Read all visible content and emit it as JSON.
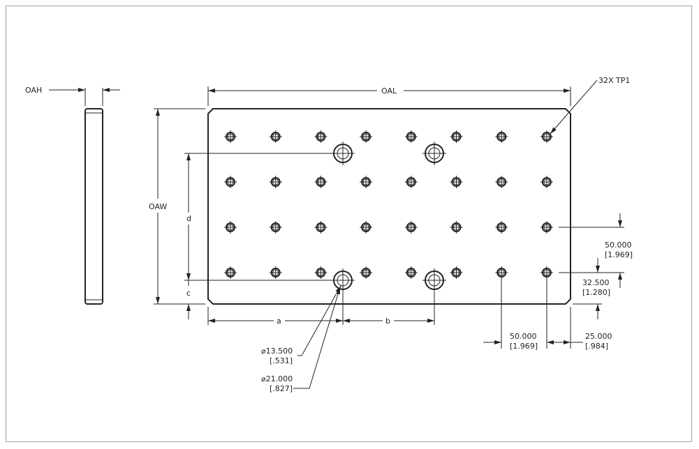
{
  "labels": {
    "oah": "OAH",
    "oal": "OAL",
    "oaw": "OAW",
    "a": "a",
    "b": "b",
    "c": "c",
    "d": "d",
    "tp": "32X  TP1"
  },
  "dims": {
    "pitch_v": "50.000",
    "pitch_v_in": "[1.969]",
    "edge_v": "32.500",
    "edge_v_in": "[1.280]",
    "pitch_h": "50.000",
    "pitch_h_in": "[1.969]",
    "edge_h": "25.000",
    "edge_h_in": "[.984]",
    "small_dia": "⌀13.500",
    "small_dia_in": "[.531]",
    "large_dia": "⌀21.000",
    "large_dia_in": "[.827]"
  },
  "grid": {
    "columns": 8,
    "rows": 4,
    "count": 32
  }
}
